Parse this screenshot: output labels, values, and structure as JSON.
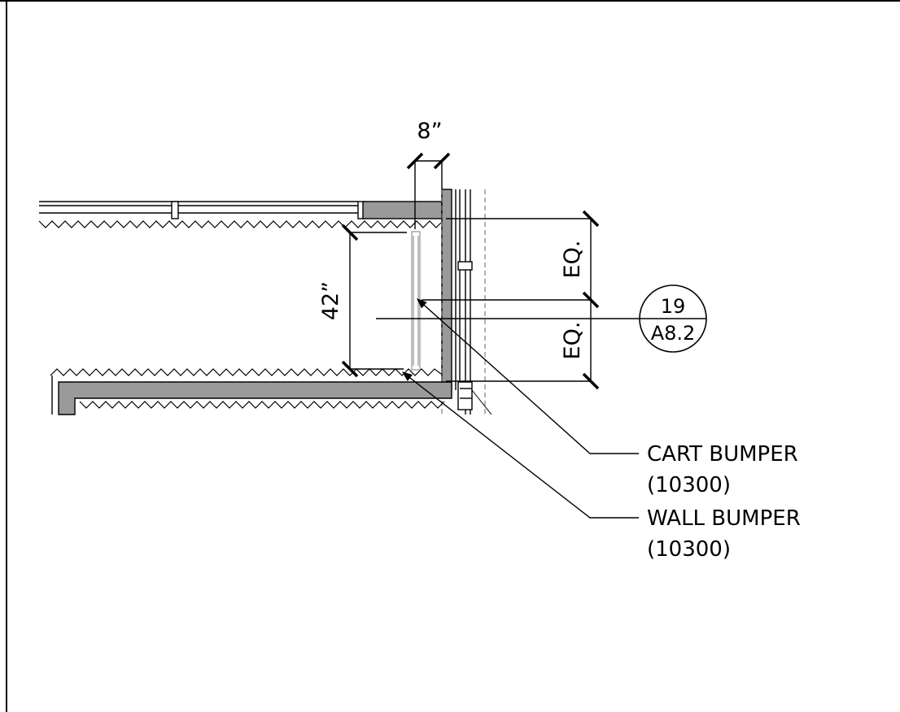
{
  "drawing": {
    "dimensions": {
      "width_label": "8”",
      "height_label": "42”",
      "eq_upper": "EQ.",
      "eq_lower": "EQ."
    },
    "detail_tag": {
      "number": "19",
      "sheet": "A8.2"
    },
    "callouts": [
      {
        "name": "CART BUMPER",
        "spec": "(10300)"
      },
      {
        "name": "WALL BUMPER",
        "spec": "(10300)"
      }
    ]
  }
}
